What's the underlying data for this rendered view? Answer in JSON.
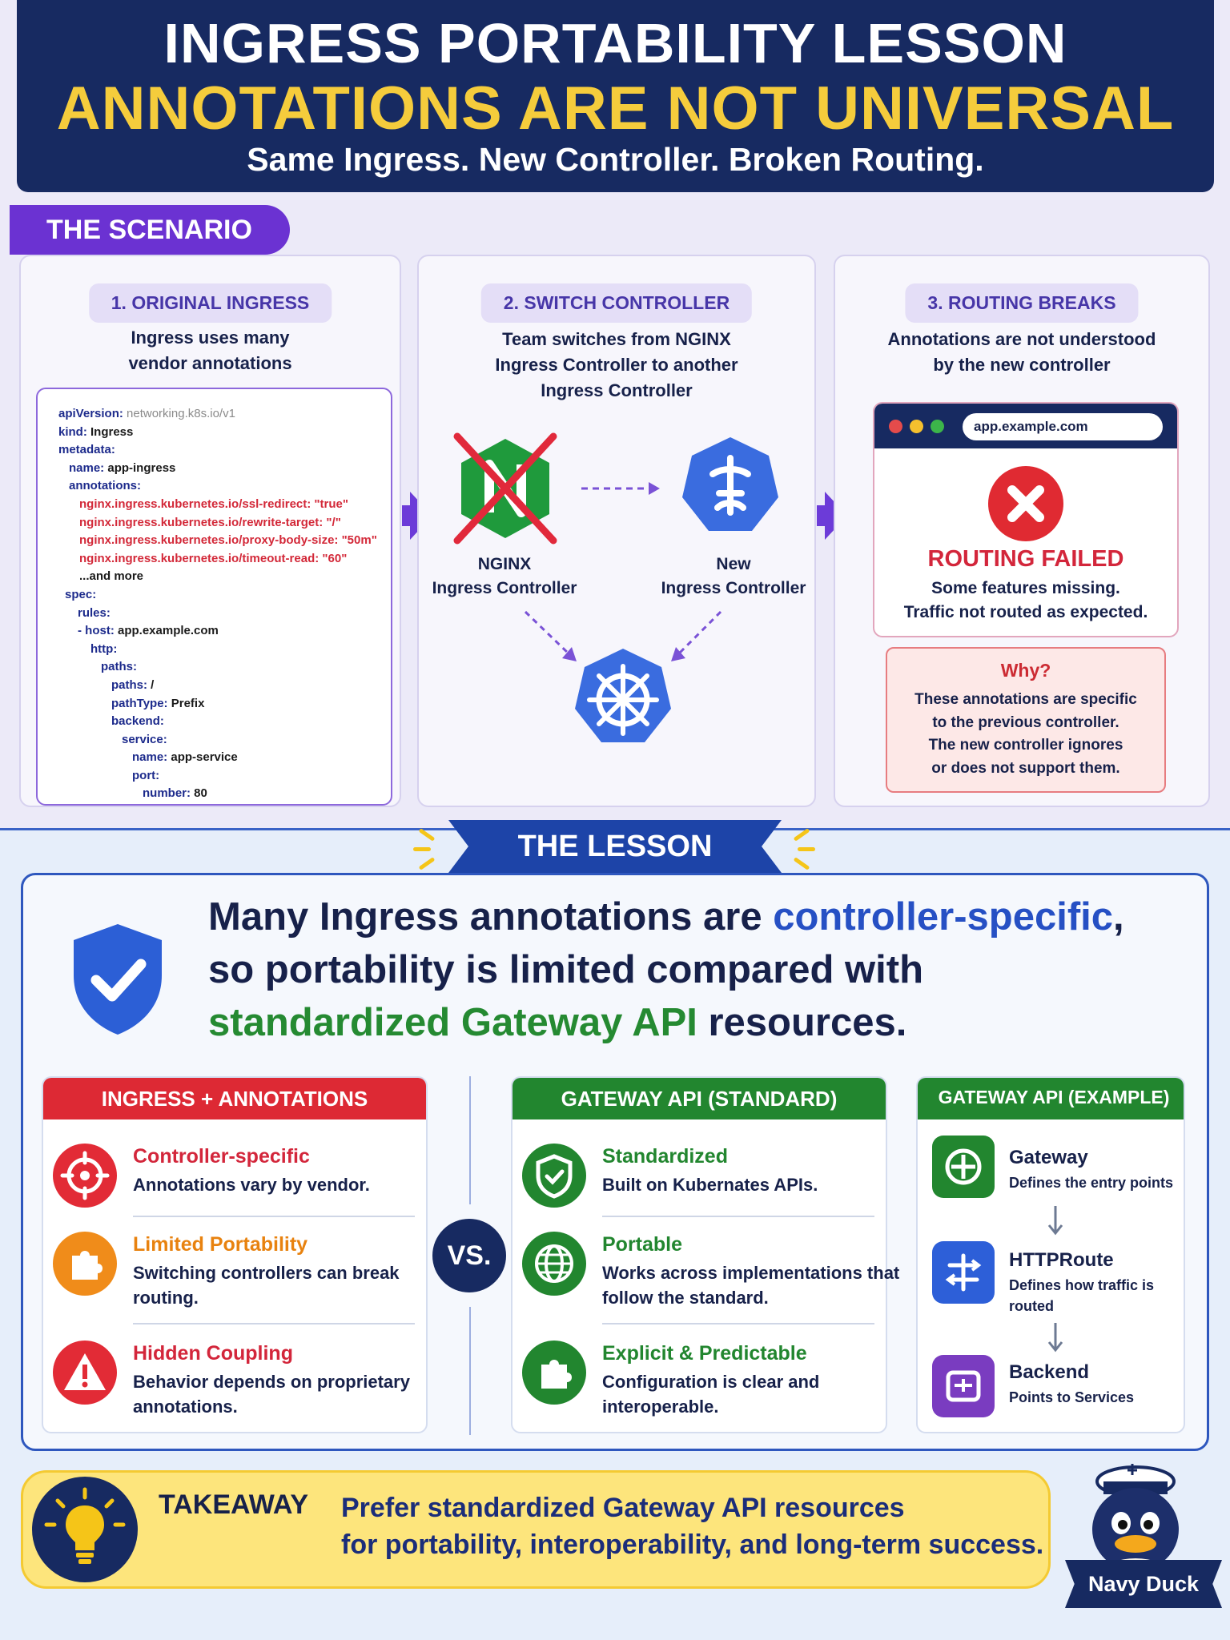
{
  "header": {
    "title": "INGRESS PORTABILITY LESSON",
    "subtitle": "ANNOTATIONS ARE NOT UNIVERSAL",
    "tagline": "Same Ingress. New Controller. Broken Routing."
  },
  "scenario": {
    "badge": "THE SCENARIO",
    "steps": [
      {
        "label": "1. ORIGINAL INGRESS",
        "desc_line1": "Ingress uses many",
        "desc_line2": "vendor annotations"
      },
      {
        "label": "2. SWITCH CONTROLLER",
        "desc_line1": "Team switches from NGINX",
        "desc_line2": "Ingress Controller to another",
        "desc_line3": "Ingress Controller"
      },
      {
        "label": "3. ROUTING BREAKS",
        "desc_line1": "Annotations are not understood",
        "desc_line2": "by the new controller"
      }
    ],
    "yaml": {
      "l1k": "apiVersion:",
      "l1v": " networking.k8s.io/v1",
      "l2k": "kind:",
      "l2v": " Ingress",
      "l3k": "metadata:",
      "l4k": "name:",
      "l4v": " app-ingress",
      "l5k": "annotations:",
      "a1": "nginx.ingress.kubernetes.io/ssl-redirect: \"true\"",
      "a2": "nginx.ingress.kubernetes.io/rewrite-target: \"/\"",
      "a3": "nginx.ingress.kubernetes.io/proxy-body-size: \"50m\"",
      "a4": "nginx.ingress.kubernetes.io/timeout-read: \"60\"",
      "more": "...and more",
      "l6k": "spec:",
      "l7k": "rules:",
      "l8k": "- host:",
      "l8v": " app.example.com",
      "l9k": "http:",
      "l10k": "paths:",
      "l11k": "paths:",
      "l11v": " /",
      "l12k": "pathType:",
      "l12v": " Prefix",
      "l13k": "backend:",
      "l14k": "service:",
      "l15k": "name:",
      "l15v": " app-service",
      "l16k": "port:",
      "l17k": "number:",
      "l17v": " 80"
    },
    "controllers": {
      "nginx_line1": "NGINX",
      "nginx_line2": "Ingress Controller",
      "new_line1": "New",
      "new_line2": "Ingress Controller"
    },
    "browser": {
      "url": "app.example.com",
      "fail_title": "ROUTING FAILED",
      "fail_line1": "Some features missing.",
      "fail_line2": "Traffic not routed as expected."
    },
    "why": {
      "title": "Why?",
      "line1": "These annotations are specific",
      "line2": "to the previous controller.",
      "line3": "The new controller ignores",
      "line4": "or does not support them."
    }
  },
  "lesson": {
    "ribbon": "THE LESSON",
    "text_p1": "Many Ingress annotations are ",
    "text_blue": "controller-specific",
    "text_p2": ",",
    "text_p3": "so portability is limited compared with",
    "text_green": "standardized Gateway API",
    "text_p4": " resources.",
    "vs": "VS.",
    "ingress_col": {
      "header": "INGRESS + ANNOTATIONS",
      "items": [
        {
          "title": "Controller-specific",
          "desc": "Annotations vary by vendor."
        },
        {
          "title": "Limited Portability",
          "desc": "Switching controllers can break routing."
        },
        {
          "title": "Hidden Coupling",
          "desc": "Behavior depends on proprietary annotations."
        }
      ]
    },
    "gateway_col": {
      "header": "GATEWAY API (STANDARD)",
      "items": [
        {
          "title": "Standardized",
          "desc": "Built on Kubernates APIs."
        },
        {
          "title": "Portable",
          "desc": "Works across implementations that follow the standard."
        },
        {
          "title": "Explicit & Predictable",
          "desc": "Configuration is clear and interoperable."
        }
      ]
    },
    "example_col": {
      "header": "GATEWAY API (EXAMPLE)",
      "items": [
        {
          "title": "Gateway",
          "desc": "Defines the entry points"
        },
        {
          "title": "HTTPRoute",
          "desc": "Defines how traffic is routed"
        },
        {
          "title": "Backend",
          "desc": "Points to Services"
        }
      ]
    }
  },
  "takeaway": {
    "label": "TAKEAWAY",
    "line1": "Prefer standardized Gateway API resources",
    "line2": "for portability, interoperability, and long-term success."
  },
  "mascot": {
    "name": "Navy Duck"
  },
  "colors": {
    "navy": "#172a61",
    "gold": "#f5cc3c",
    "purple": "#6b32d2",
    "red": "#d3263b",
    "green": "#258a32",
    "blue": "#2650c4",
    "orange": "#f08c1a",
    "violet": "#7a3cc0"
  }
}
